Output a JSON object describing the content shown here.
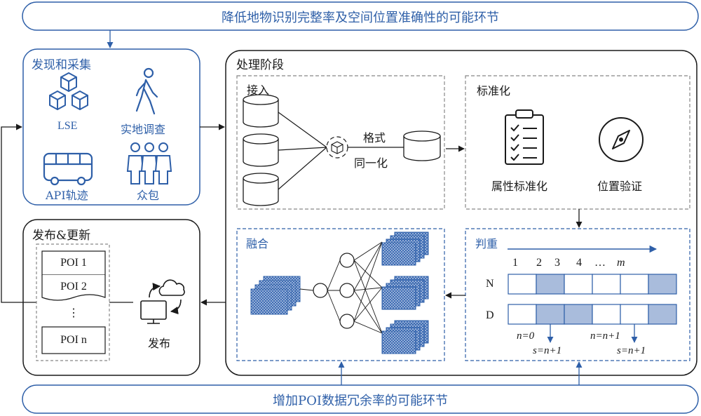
{
  "top_banner": "降低地物识别完整率及空间位置准确性的可能环节",
  "bottom_banner": "增加POI数据冗余率的可能环节",
  "discovery": {
    "title": "发现和采集",
    "items": [
      {
        "label": "LSE",
        "icon": "cubes-icon"
      },
      {
        "label": "实地调查",
        "icon": "walking-person-icon"
      },
      {
        "label": "API轨迹",
        "icon": "bus-icon"
      },
      {
        "label": "众包",
        "icon": "crowd-icon"
      }
    ]
  },
  "processing": {
    "title": "处理阶段",
    "ingest": {
      "title": "接入",
      "format_line1": "格式",
      "format_line2": "同一化"
    },
    "standardize": {
      "title": "标准化",
      "attr_label": "属性标准化",
      "pos_label": "位置验证"
    },
    "fusion": {
      "title": "融合"
    },
    "dedup": {
      "title": "判重",
      "index_labels": [
        "1",
        "2",
        "3",
        "4",
        "…",
        "m"
      ],
      "row_labels": [
        "N",
        "D"
      ],
      "n_highlight": [
        2,
        6
      ],
      "d_highlight": [
        2,
        3,
        6
      ],
      "annotations": {
        "n0": "n=0",
        "s1": "s=n+1",
        "n1": "n=n+1",
        "s2": "s=n+1"
      }
    }
  },
  "publish": {
    "title": "发布&更新",
    "poi_items": [
      "POI 1",
      "POI 2",
      "⋮",
      "POI n"
    ],
    "publish_label": "发布"
  },
  "colors": {
    "accent": "#2e5fa8",
    "cell_fill": "#a9bcdc",
    "line": "#1a1a1a"
  }
}
